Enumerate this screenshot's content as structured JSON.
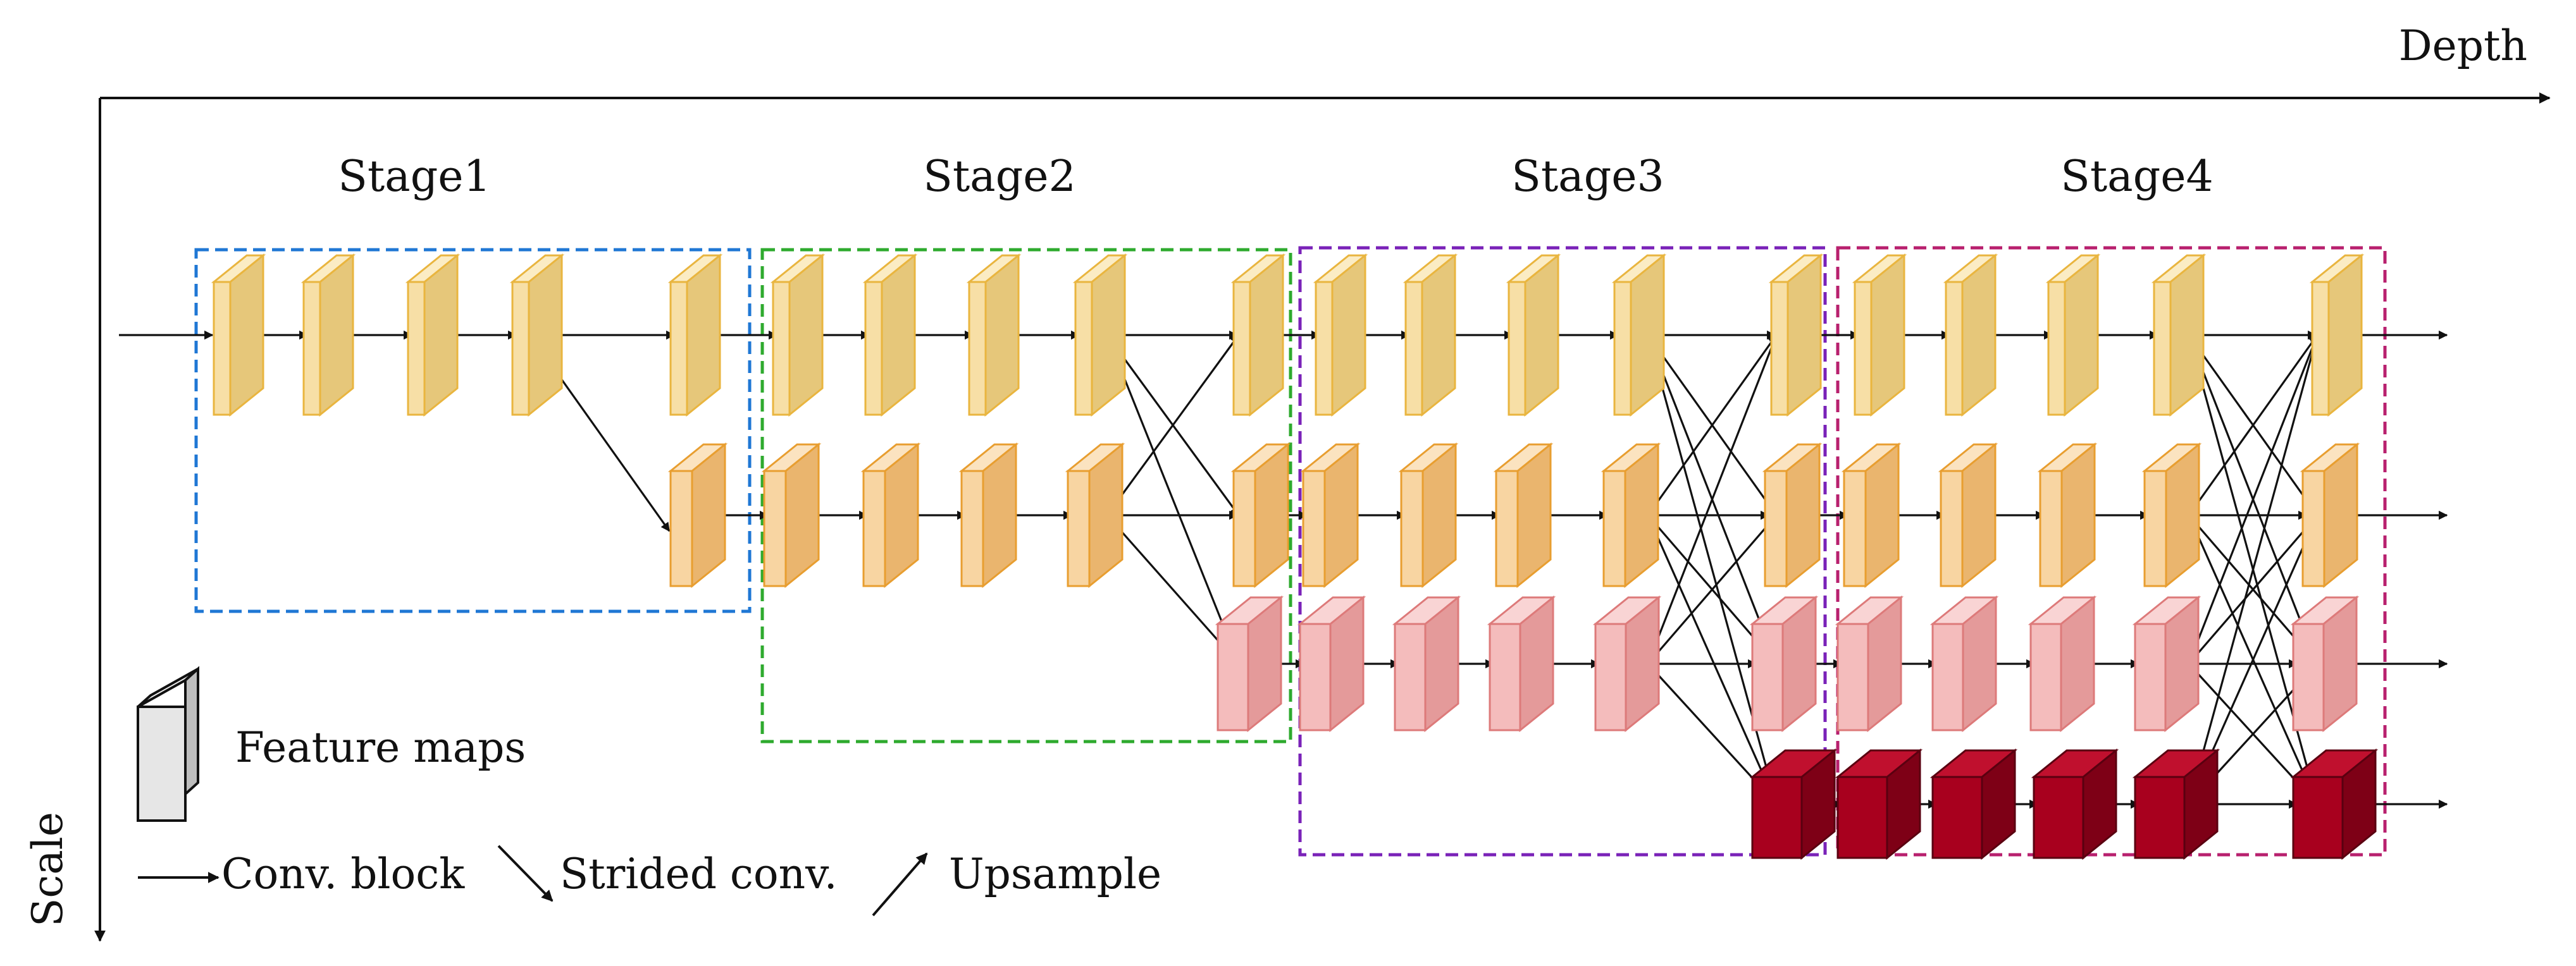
{
  "axes": {
    "x_label": "Depth",
    "y_label": "Scale"
  },
  "stages": [
    {
      "title": "Stage1",
      "color": "#1f77d4"
    },
    {
      "title": "Stage2",
      "color": "#2eaa2e"
    },
    {
      "title": "Stage3",
      "color": "#7a22b8"
    },
    {
      "title": "Stage4",
      "color": "#b8206e"
    }
  ],
  "scale_colors": {
    "scale1": {
      "front": "#f7dfa6",
      "side": "#e6c77a",
      "top": "#fbecc4",
      "stroke": "#e9b53f"
    },
    "scale2": {
      "front": "#f8d5a2",
      "side": "#eab56e",
      "top": "#fbe3c0",
      "stroke": "#e89e30"
    },
    "scale3": {
      "front": "#f4bcbc",
      "side": "#e49a9a",
      "top": "#f9d4d4",
      "stroke": "#dd7a7a"
    },
    "scale4": {
      "front": "#a8001e",
      "side": "#7e0016",
      "top": "#c0102e",
      "stroke": "#5a0010"
    }
  },
  "legend": {
    "feature_maps": "Feature maps",
    "conv_block": "Conv. block",
    "strided_conv": "Strided conv.",
    "upsample": "Upsample"
  }
}
